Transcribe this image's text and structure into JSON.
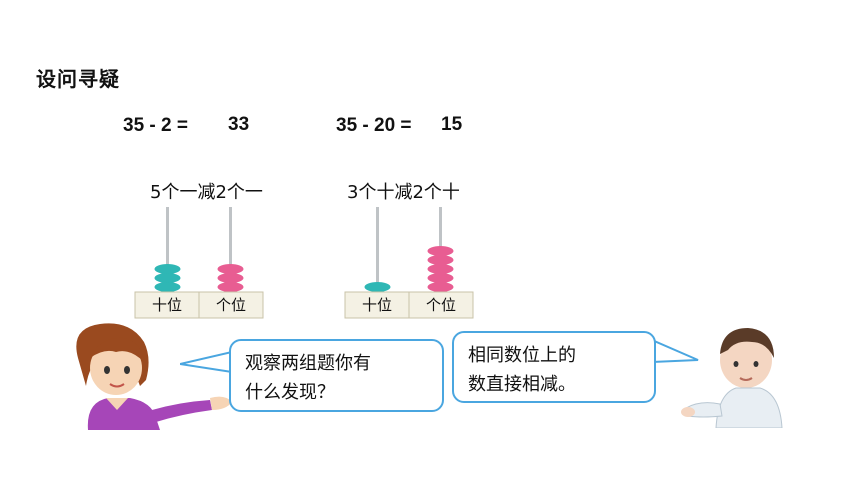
{
  "heading": "设问寻疑",
  "equations": [
    {
      "expr": "35 - 2 =",
      "answer": "33"
    },
    {
      "expr": "35 - 20 =",
      "answer": "15"
    }
  ],
  "captions": [
    "5个一减2个一",
    "3个十减2个十"
  ],
  "abacus": {
    "left": {
      "tens_beads": 3,
      "ones_beads": 3,
      "labels": [
        "十位",
        "个位"
      ]
    },
    "right": {
      "tens_beads": 1,
      "ones_beads": 5,
      "labels": [
        "十位",
        "个位"
      ]
    }
  },
  "colors": {
    "tens_bead": "#2fb7b5",
    "ones_bead": "#e85d92",
    "bubble_border": "#4aa6e0"
  },
  "girl_bubble": {
    "line1": "观察两组题你有",
    "line2": "什么发现？"
  },
  "boy_bubble": {
    "line1": "相同数位上的",
    "line2": "数直接相减。"
  }
}
